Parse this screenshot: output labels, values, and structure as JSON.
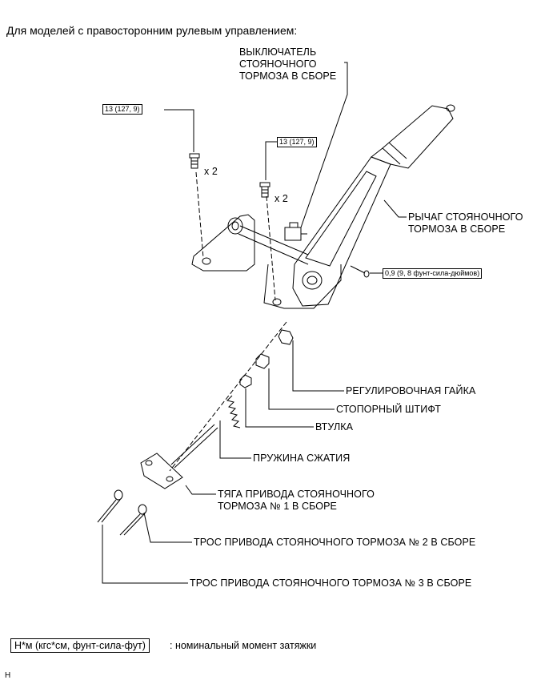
{
  "heading": "Для моделей с правосторонним рулевым управлением:",
  "labels": {
    "switch": "ВЫКЛЮЧАТЕЛЬ\nСТОЯНОЧНОГО\nТОРМОЗА В СБОРЕ",
    "lever": "РЫЧАГ СТОЯНОЧНОГО\nТОРМОЗА В СБОРЕ",
    "adjusting_nut": "РЕГУЛИРОВОЧНАЯ ГАЙКА",
    "lock_pin": "СТОПОРНЫЙ ШТИФТ",
    "bushing": "ВТУЛКА",
    "spring": "ПРУЖИНА СЖАТИЯ",
    "rod": "ТЯГА ПРИВОДА СТОЯНОЧНОГО\nТОРМОЗА № 1 В СБОРЕ",
    "cable2": "ТРОС ПРИВОДА СТОЯНОЧНОГО ТОРМОЗА № 2 В СБОРЕ",
    "cable3": "ТРОС ПРИВОДА СТОЯНОЧНОГО ТОРМОЗА № 3 В СБОРЕ"
  },
  "torques": {
    "bolt_left": "13 (127, 9)",
    "bolt_center": "13 (127, 9)",
    "screw": "0,9 (9, 8 фунт-сила-дюймов)"
  },
  "quantities": {
    "bolt_left": "x 2",
    "bolt_center": "x 2"
  },
  "legend": {
    "box": "Н*м (кгс*см, фунт-сила-фут)",
    "text": ": номинальный момент затяжки"
  },
  "corner_mark": "H"
}
